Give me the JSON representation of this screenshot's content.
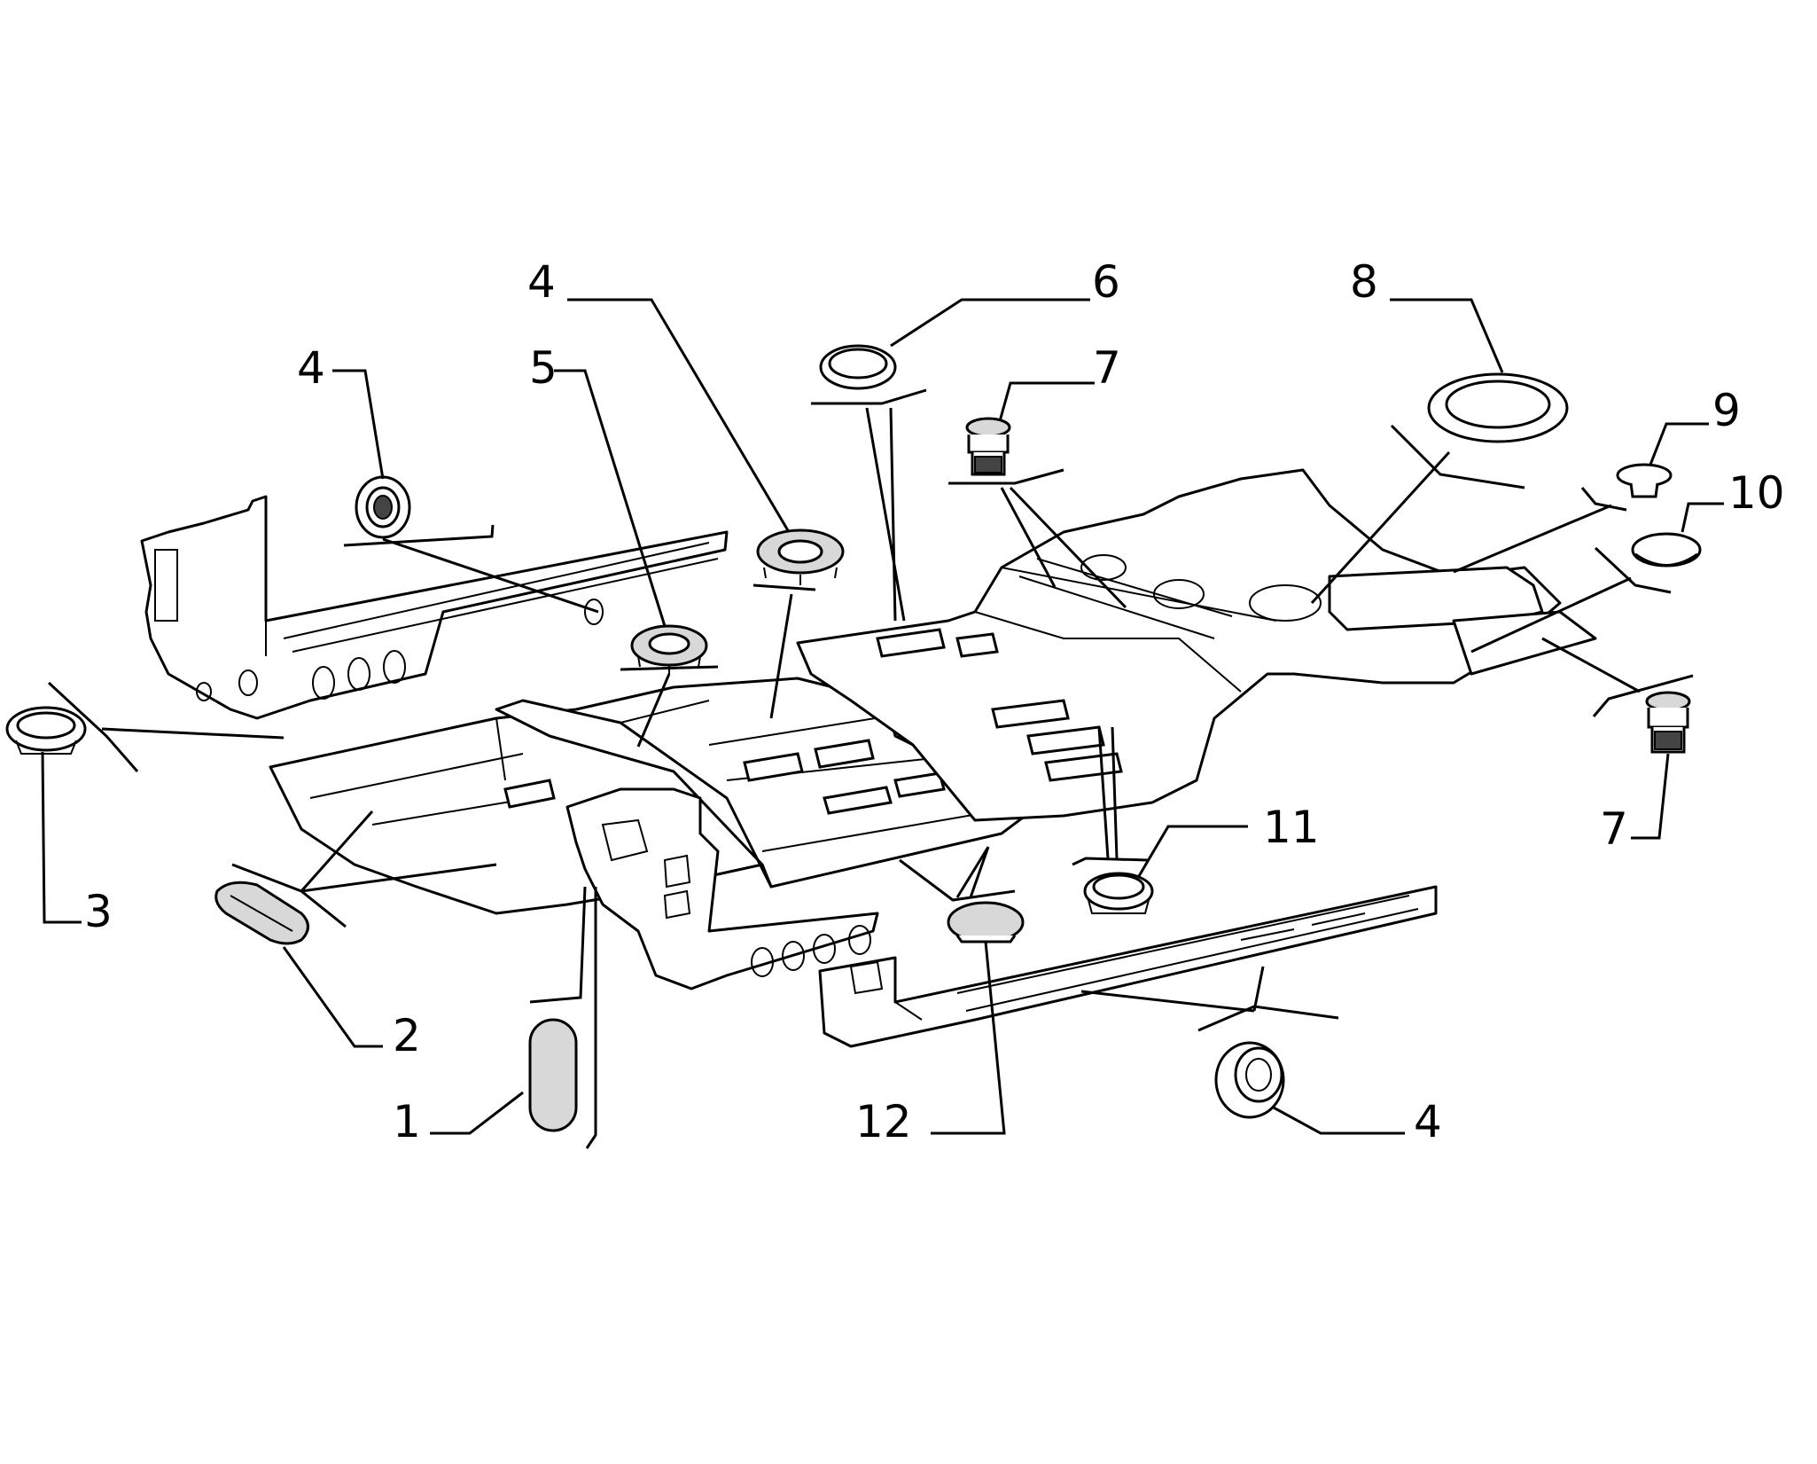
{
  "callouts": [
    {
      "id": "c4a",
      "label": "4"
    },
    {
      "id": "c4b",
      "label": "4"
    },
    {
      "id": "c5",
      "label": "5"
    },
    {
      "id": "c6",
      "label": "6"
    },
    {
      "id": "c7a",
      "label": "7"
    },
    {
      "id": "c8",
      "label": "8"
    },
    {
      "id": "c9",
      "label": "9"
    },
    {
      "id": "c10",
      "label": "10"
    },
    {
      "id": "c7b",
      "label": "7"
    },
    {
      "id": "c11",
      "label": "11"
    },
    {
      "id": "c3",
      "label": "3"
    },
    {
      "id": "c2",
      "label": "2"
    },
    {
      "id": "c1",
      "label": "1"
    },
    {
      "id": "c12",
      "label": "12"
    },
    {
      "id": "c4c",
      "label": "4"
    }
  ]
}
